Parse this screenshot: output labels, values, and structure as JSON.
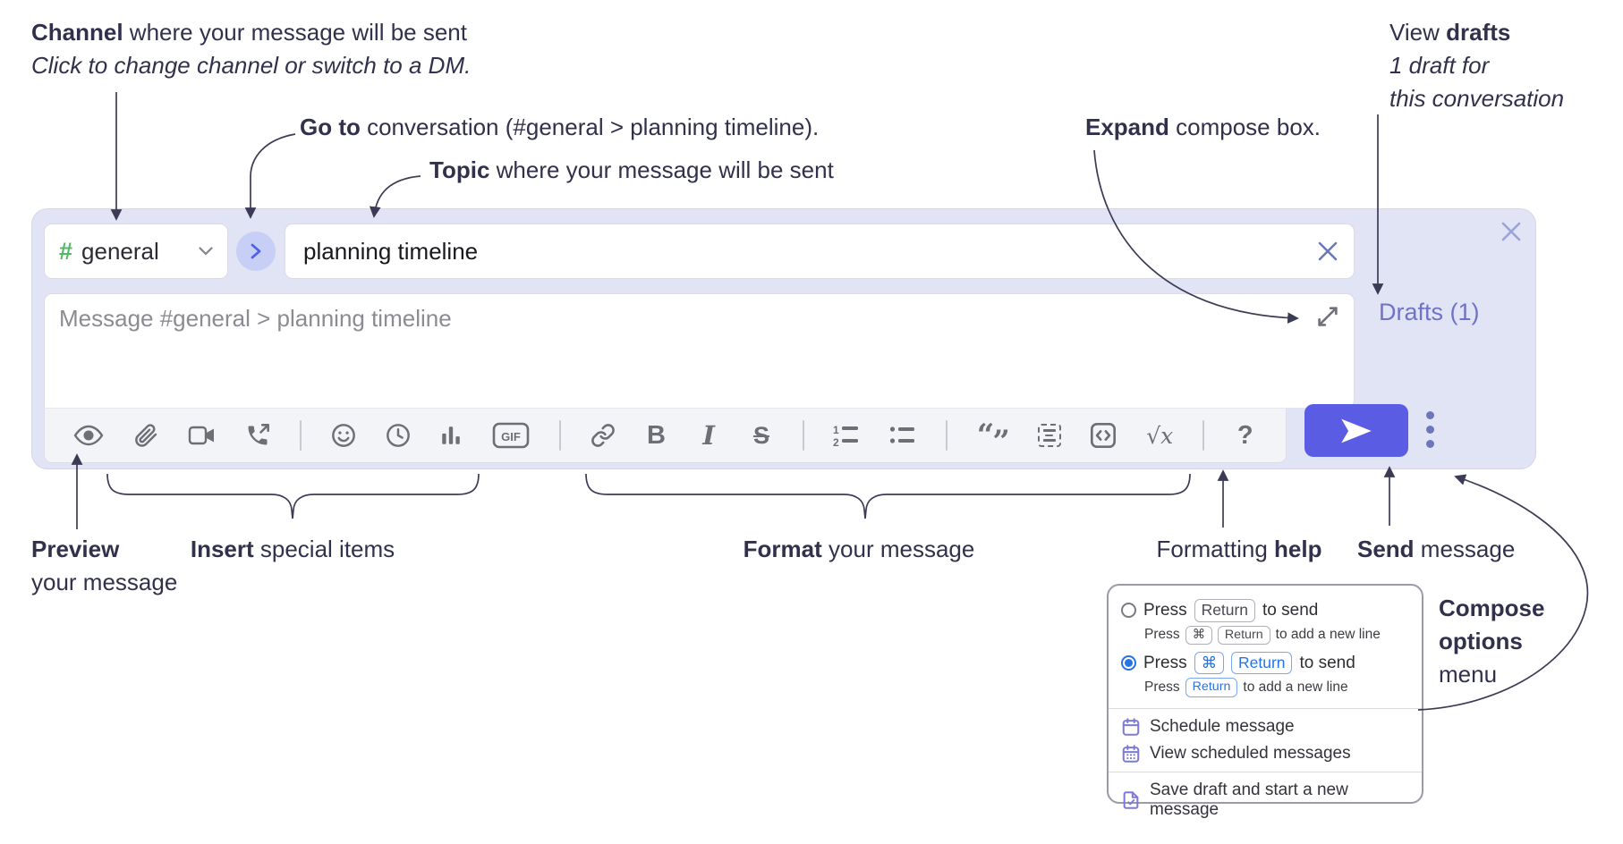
{
  "annotations": {
    "channel": {
      "bold": "Channel",
      "rest": " where your message will be sent",
      "line2": "Click to change channel or switch to a DM."
    },
    "goto": {
      "bold": "Go to",
      "rest": " conversation (#general > planning timeline)."
    },
    "topic": {
      "bold": "Topic",
      "rest": " where your message will be sent"
    },
    "expand": {
      "bold": "Expand",
      "rest": " compose box."
    },
    "drafts": {
      "line1_pre": "View ",
      "line1_bold": "drafts",
      "line2": "1 draft for",
      "line3": "this conversation"
    },
    "preview": {
      "bold": "Preview",
      "line2": "your message"
    },
    "insert": {
      "bold": "Insert",
      "rest": " special items"
    },
    "format": {
      "bold": "Format",
      "rest": " your message"
    },
    "help": {
      "pre": "Formatting ",
      "bold": "help"
    },
    "send": {
      "bold": "Send",
      "rest": " message"
    },
    "compose_options": {
      "bold1": "Compose",
      "bold2": "options",
      "line3": "menu"
    }
  },
  "compose": {
    "channel_selector": {
      "hash": "#",
      "label": "general"
    },
    "topic_input": {
      "value": "planning timeline"
    },
    "message_input": {
      "placeholder": "Message #general > planning timeline"
    },
    "drafts_link": "Drafts (1)",
    "toolbar": {
      "icons": [
        "preview-eye",
        "attach-paperclip",
        "video-call",
        "voice-call",
        "emoji",
        "time",
        "poll",
        "gif",
        "link",
        "bold",
        "italic",
        "strikethrough",
        "numbered-list",
        "bulleted-list",
        "quote",
        "spoiler",
        "code",
        "math",
        "help"
      ],
      "glyphs": {
        "bold": "B",
        "italic": "I",
        "strike": "S",
        "gif": "GIF",
        "ol_1": "1",
        "ol_2": "2",
        "quote_open": "“",
        "quote_close": "”",
        "math_root": "√",
        "math_x": "x",
        "help": "?"
      }
    }
  },
  "popup": {
    "options": [
      {
        "selected": false,
        "main": {
          "pre": "Press",
          "keys": [
            "Return"
          ],
          "post": "to send"
        },
        "sub": {
          "pre": "Press",
          "keys": [
            "⌘",
            "Return"
          ],
          "post": "to add a new line"
        }
      },
      {
        "selected": true,
        "main": {
          "pre": "Press",
          "keys": [
            "⌘",
            "Return"
          ],
          "post": "to send"
        },
        "sub": {
          "pre": "Press",
          "keys": [
            "Return"
          ],
          "post": "to add a new line"
        }
      }
    ],
    "menu_items": [
      {
        "icon": "schedule-calendar-icon",
        "label": "Schedule message"
      },
      {
        "icon": "view-scheduled-icon",
        "label": "View scheduled messages"
      },
      {
        "icon": "save-draft-icon",
        "label": "Save draft and start a new message"
      }
    ]
  },
  "colors": {
    "compose_bg": "#e1e4f4",
    "send_button": "#5a5de4",
    "drafts_link": "#6f73c8",
    "hash_green": "#52b963",
    "selected_blue": "#2673e6",
    "menu_icon_purple": "#7d79da",
    "annotation_text": "#31314c"
  }
}
